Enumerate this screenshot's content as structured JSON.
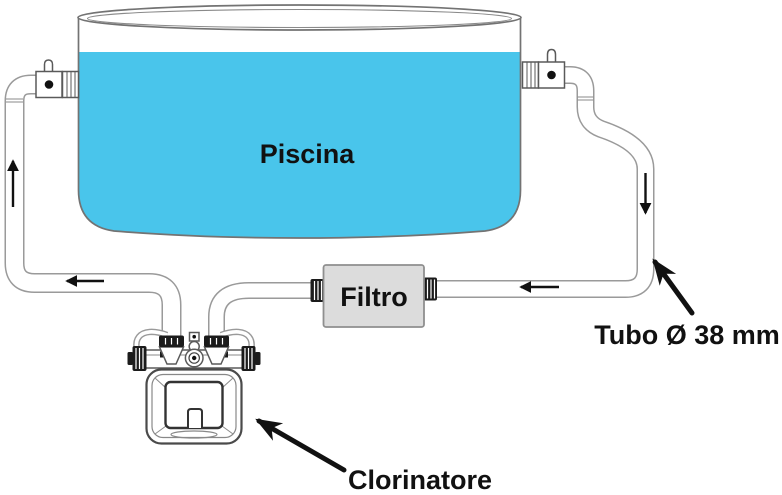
{
  "diagram": {
    "pool": {
      "label": "Piscina"
    },
    "filter": {
      "label": "Filtro"
    },
    "chlorinator": {
      "label": "Clorinatore"
    },
    "tube": {
      "label": "Tubo Ø 38 mm"
    },
    "flow_arrows": [
      {
        "location": "left-riser-pipe",
        "direction": "up"
      },
      {
        "location": "return-pipe-bottom-left",
        "direction": "left"
      },
      {
        "location": "right-down-pipe",
        "direction": "down"
      },
      {
        "location": "suction-pipe-to-filter",
        "direction": "left"
      }
    ],
    "callouts": [
      {
        "target": "right-down-pipe-elbow",
        "label": "Tubo Ø 38 mm"
      },
      {
        "target": "chlorinator-unit",
        "label": "Clorinatore"
      }
    ],
    "colors": {
      "water": "#49C5EB",
      "filter_fill": "#DCDCDC",
      "line": "#9a9a9a",
      "label": "#111111"
    }
  }
}
